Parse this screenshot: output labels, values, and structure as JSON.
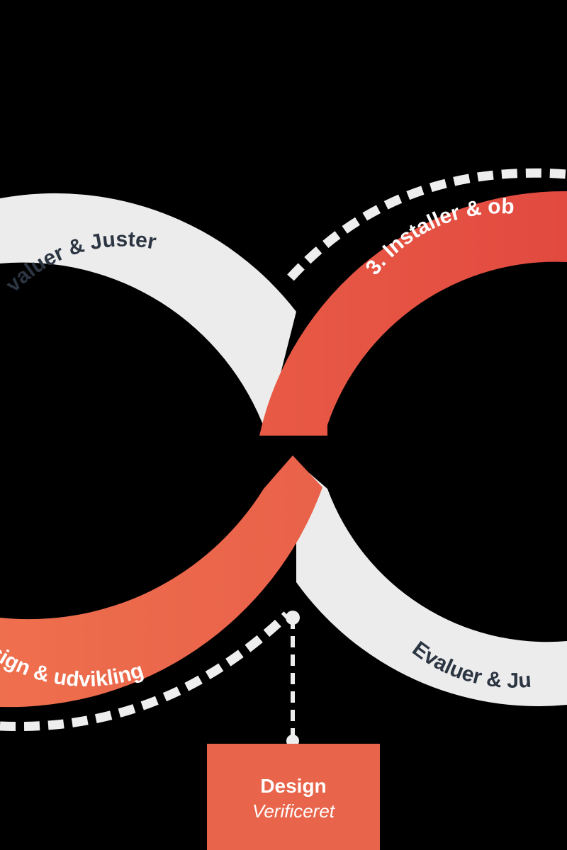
{
  "diagram": {
    "labels": {
      "left_top": "valuer & Juster",
      "left_bottom": "esign & udvikling",
      "right_top": "3. Installer & ob",
      "right_bottom": "Evaluer & Ju"
    },
    "milestone": {
      "title": "Design",
      "subtitle": "Verificeret"
    },
    "colors": {
      "background": "#000000",
      "ring_gray": "#ececec",
      "ring_red": "#e65543",
      "ring_orange": "#ee6e4c",
      "text_dark": "#2c3542",
      "text_light": "#ffffff",
      "milestone_box": "#e8644a",
      "dashes": "#eeeeee"
    }
  }
}
